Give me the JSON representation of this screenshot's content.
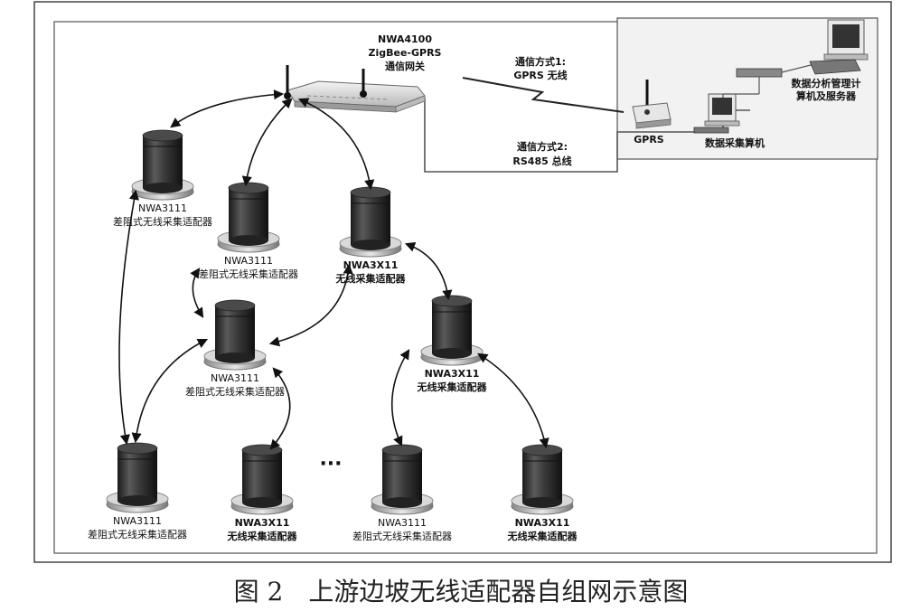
{
  "caption": "图 2　上游边坡无线适配器自组网示意图",
  "gateway": {
    "model": "NWA4100",
    "line2": "ZigBee-GPRS",
    "line3": "通信网关"
  },
  "comm1": {
    "line1": "通信方式1:",
    "line2": "GPRS 无线"
  },
  "comm2": {
    "line1": "通信方式2:",
    "line2": "RS485 总线"
  },
  "gprs_label": "GPRS",
  "collector_label": "数据采集算机",
  "server_label": {
    "line1": "数据分析管理计",
    "line2": "算机及服务器"
  },
  "ellipsis": "···",
  "nodes": [
    {
      "model": "NWA3111",
      "desc": "差阻式无线采集适配器"
    },
    {
      "model": "NWA3111",
      "desc": "差阻式无线采集适配器"
    },
    {
      "model": "NWA3X11",
      "desc": "无线采集适配器"
    },
    {
      "model": "NWA3111",
      "desc": "差阻式无线采集适配器"
    },
    {
      "model": "NWA3X11",
      "desc": "无线采集适配器"
    },
    {
      "model": "NWA3111",
      "desc": "差阻式无线采集适配器"
    },
    {
      "model": "NWA3X11",
      "desc": "无线采集适配器"
    },
    {
      "model": "NWA3111",
      "desc": "差阻式无线采集适配器"
    },
    {
      "model": "NWA3X11",
      "desc": "无线采集适配器"
    }
  ]
}
